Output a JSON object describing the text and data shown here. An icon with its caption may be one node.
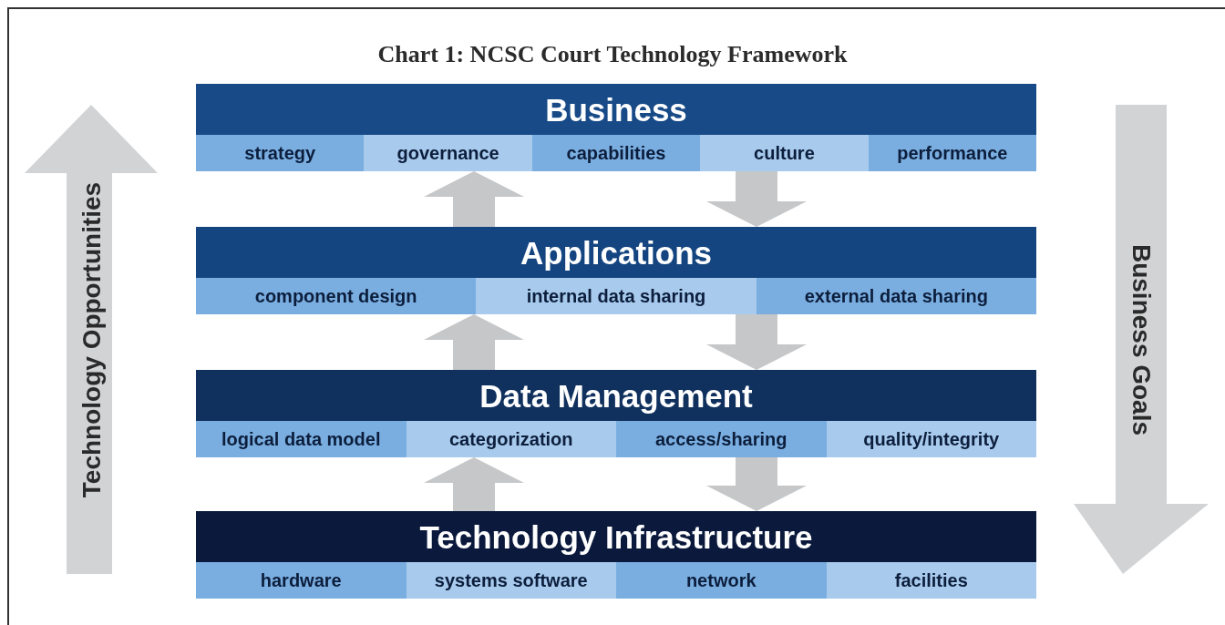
{
  "diagram": {
    "title": "Chart 1: NCSC Court Technology Framework",
    "nodes": [
      {
        "text": [
          "Business"
        ]
      },
      {
        "text": [
          "strategy"
        ],
        "in": 0
      },
      {
        "text": [
          "governance"
        ],
        "in": 0
      },
      {
        "text": [
          "capabilities"
        ],
        "in": 0
      },
      {
        "text": [
          "culture"
        ],
        "in": 0
      },
      {
        "text": [
          "performance"
        ],
        "in": 0
      },
      {
        "text": [
          "Applications"
        ]
      },
      {
        "text": [
          "component design"
        ],
        "in": 6
      },
      {
        "text": [
          "internal data sharing"
        ],
        "in": 6
      },
      {
        "text": [
          "external data sharing"
        ],
        "in": 6
      },
      {
        "text": [
          "Data Management"
        ]
      },
      {
        "text": [
          "logical data model"
        ],
        "in": 10
      },
      {
        "text": [
          "categorization"
        ],
        "in": 10
      },
      {
        "text": [
          "access/sharing"
        ],
        "in": 10
      },
      {
        "text": [
          "quality/integrity"
        ],
        "in": 10
      },
      {
        "text": [
          "Technology Infrastructure"
        ]
      },
      {
        "text": [
          "hardware"
        ],
        "in": 15
      },
      {
        "text": [
          "systems software"
        ],
        "in": 15
      },
      {
        "text": [
          "network"
        ],
        "in": 15
      },
      {
        "text": [
          "facilities"
        ],
        "in": 15
      },
      {
        "text": [
          "Technology Opportunities"
        ]
      },
      {
        "text": [
          "Business Goals"
        ]
      }
    ],
    "edges": [
      {
        "from": 6,
        "to": 0,
        "arrow": "to"
      },
      {
        "from": 0,
        "to": 6,
        "arrow": "to"
      },
      {
        "from": 10,
        "to": 6,
        "arrow": "to"
      },
      {
        "from": 6,
        "to": 10,
        "arrow": "to"
      },
      {
        "from": 15,
        "to": 10,
        "arrow": "to"
      },
      {
        "from": 10,
        "to": 15,
        "arrow": "to"
      }
    ]
  }
}
